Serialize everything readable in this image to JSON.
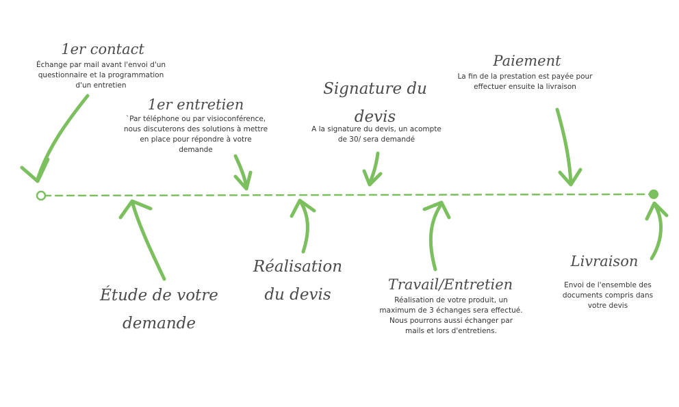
{
  "colors": {
    "accent": "#7cbf5f",
    "text": "#444444"
  },
  "steps": {
    "contact": {
      "title": "1er contact",
      "desc": "Échange par mail avant l'envoi d'un questionnaire et la programmation d'un entretien"
    },
    "entretien": {
      "title": "1er entretien",
      "desc": "`Par téléphone ou par visioconférence, nous discuterons des solutions à mettre en place pour répondre à votre demande"
    },
    "etude": {
      "title": "Étude de votre demande"
    },
    "realisation_devis": {
      "title": "Réalisation du devis"
    },
    "signature": {
      "title": "Signature du devis",
      "desc": "A la signature du devis, un acompte de 30/ sera demandé"
    },
    "travail": {
      "title": "Travail/Entretien",
      "desc": "Réalisation de votre produit, un maximum de 3 échanges sera effectué. Nous pourrons aussi échanger par mails et lors d'entretiens."
    },
    "paiement": {
      "title": "Paiement",
      "desc": "La fin de la prestation est payée pour effectuer ensuite la livraison"
    },
    "livraison": {
      "title": "Livraison",
      "desc": "Envoi de l'ensemble des documents compris dans votre devis"
    }
  }
}
